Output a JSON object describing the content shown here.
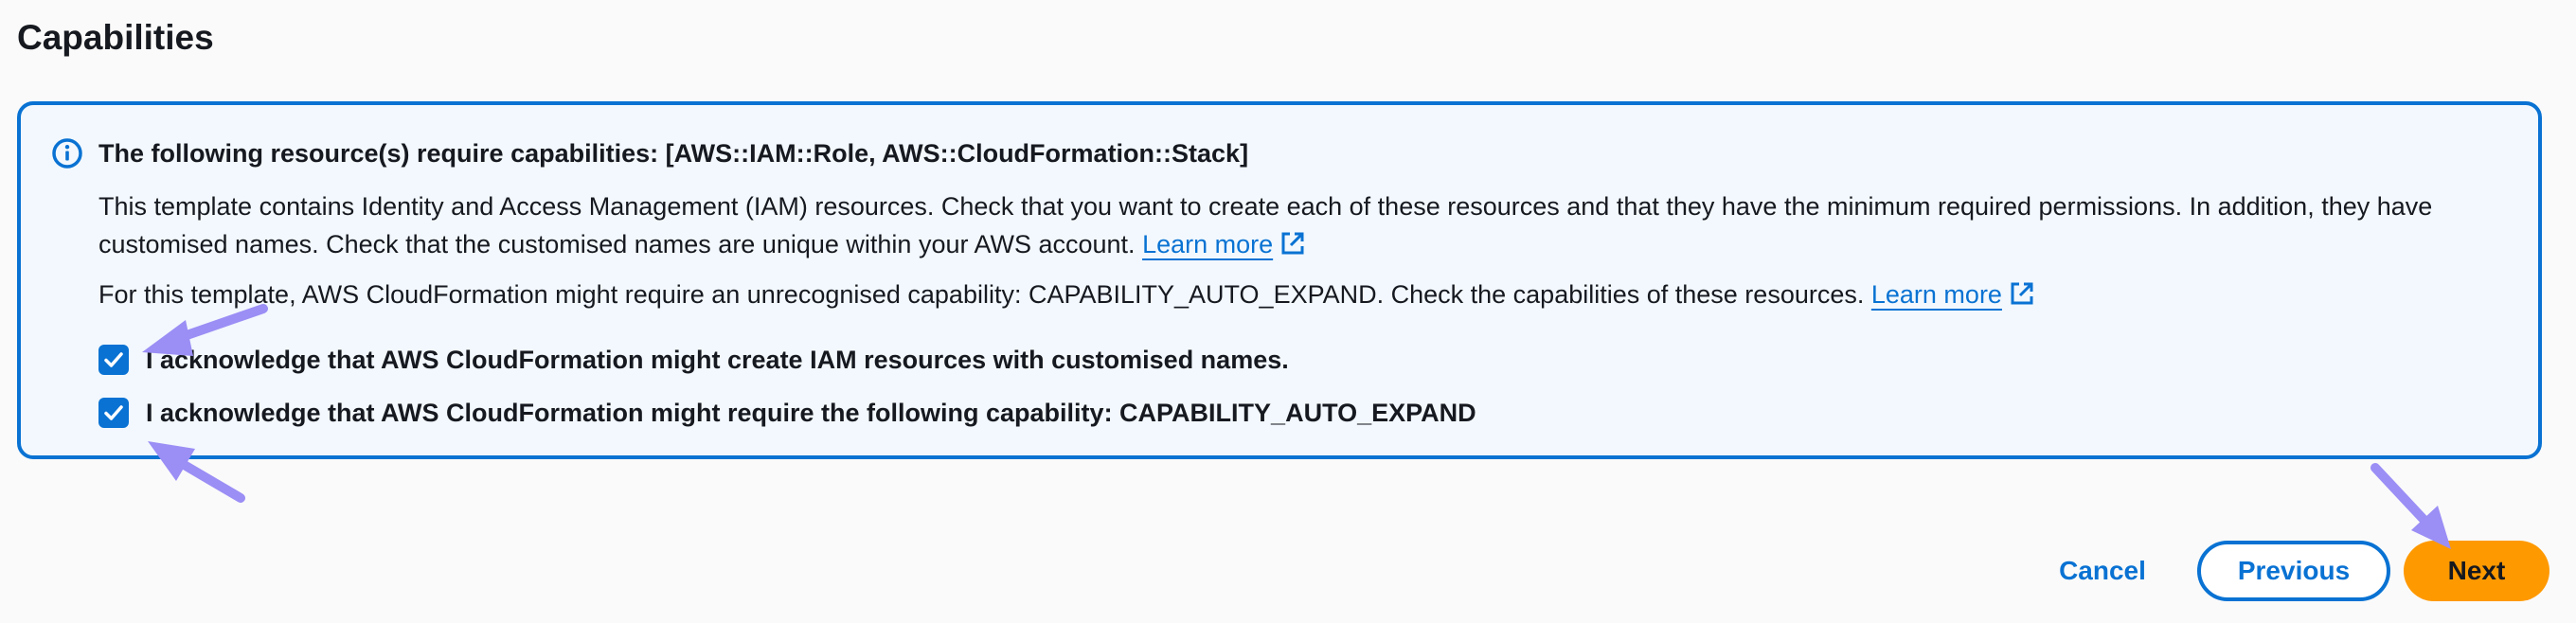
{
  "page": {
    "title": "Capabilities"
  },
  "info_panel": {
    "heading": "The following resource(s) require capabilities: [AWS::IAM::Role, AWS::CloudFormation::Stack]",
    "paragraph_1": "This template contains Identity and Access Management (IAM) resources. Check that you want to create each of these resources and that they have the minimum required permissions. In addition, they have customised names. Check that the customised names are unique within your AWS account.",
    "paragraph_2": "For this template, AWS CloudFormation might require an unrecognised capability: CAPABILITY_AUTO_EXPAND. Check the capabilities of these resources.",
    "learn_more_label": "Learn more",
    "icons": {
      "info": "info-circle-icon",
      "external_link": "external-link-icon",
      "check": "check-icon"
    }
  },
  "acknowledgements": [
    {
      "label": "I acknowledge that AWS CloudFormation might create IAM resources with customised names.",
      "checked": true
    },
    {
      "label": "I acknowledge that AWS CloudFormation might require the following capability: CAPABILITY_AUTO_EXPAND",
      "checked": true
    }
  ],
  "actions": {
    "cancel_label": "Cancel",
    "previous_label": "Previous",
    "next_label": "Next"
  },
  "colors": {
    "primary": "#0972d3",
    "panel_background": "#f2f8fd",
    "next_button": "#ff9900",
    "annotation_arrow": "#9b8ef5",
    "text": "#16191f"
  }
}
